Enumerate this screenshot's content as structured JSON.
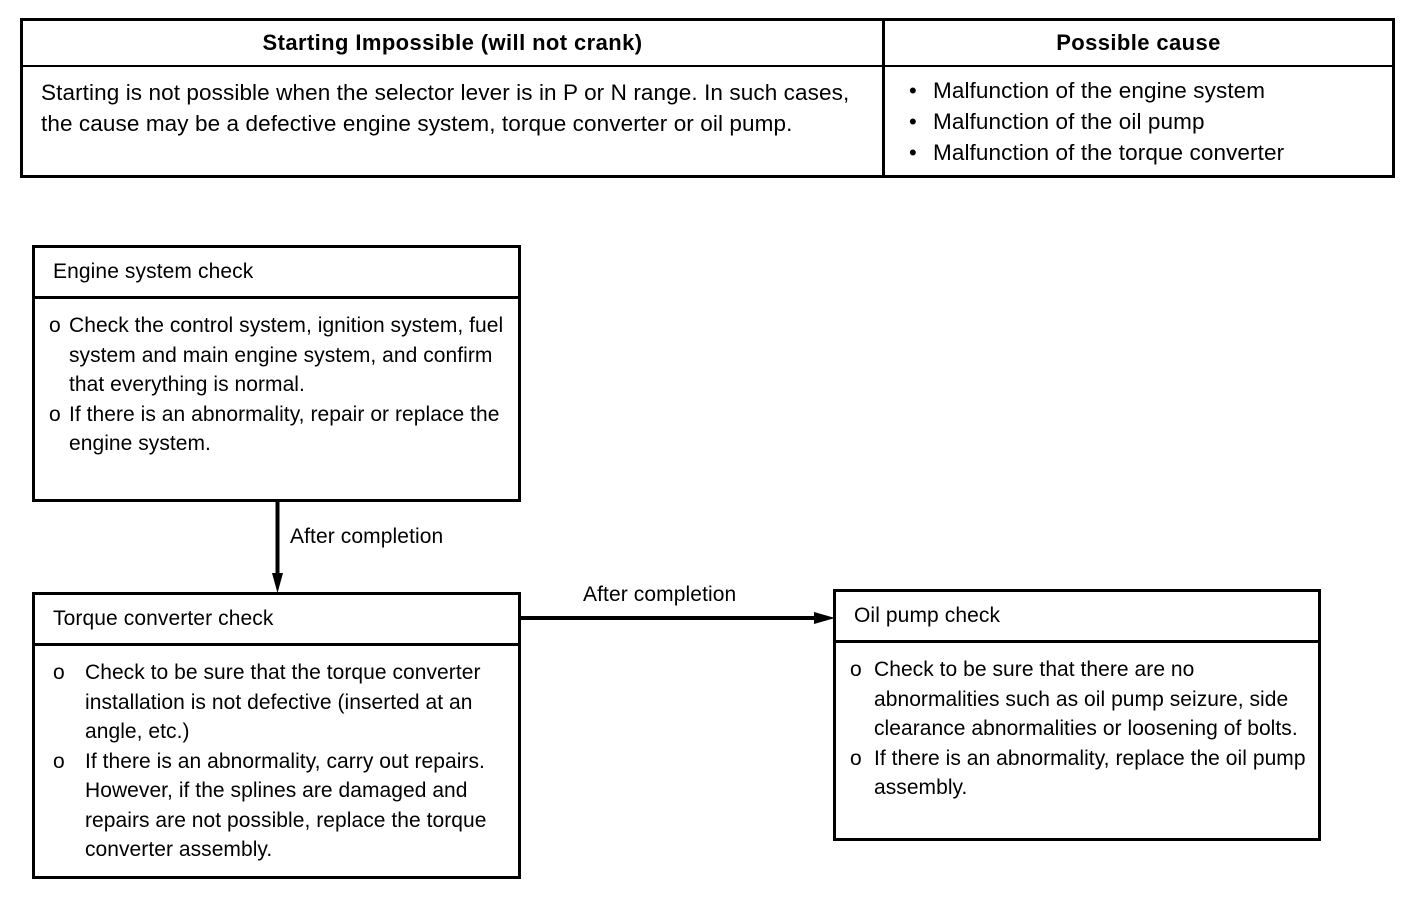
{
  "table": {
    "headers": {
      "symptom": "Starting Impossible (will not crank)",
      "cause": "Possible cause"
    },
    "symptom_description": "Starting is not possible when the selector lever is in P or N range.  In such cases, the cause may be a defective engine system, torque converter or oil pump.",
    "possible_causes": [
      "Malfunction of the engine system",
      "Malfunction of the oil pump",
      "Malfunction of the torque converter"
    ]
  },
  "flowchart": {
    "bullet_marker": "o",
    "boxes": {
      "engine": {
        "title": "Engine system check",
        "items": [
          "Check the control system, ignition system, fuel system and main engine system, and confirm that everything is normal.",
          "If there is an abnormality, repair or replace the engine system."
        ]
      },
      "torque": {
        "title": "Torque converter check",
        "items": [
          "Check to be sure that the torque converter installation is not defective (inserted at an angle, etc.)",
          "If there is an abnormality, carry out repairs. However, if the splines are damaged and repairs are not possible, replace the torque converter assembly."
        ]
      },
      "oil": {
        "title": "Oil pump check",
        "items": [
          "Check to be sure that there are no abnormalities such as oil pump seizure, side clearance abnormalities or loosening of bolts.",
          "If there is an abnormality, replace the oil pump assembly."
        ]
      }
    },
    "connectors": {
      "engine_to_torque_label": "After completion",
      "torque_to_oil_label": "After completion"
    }
  },
  "colors": {
    "ink": "#000000",
    "paper": "#ffffff"
  }
}
